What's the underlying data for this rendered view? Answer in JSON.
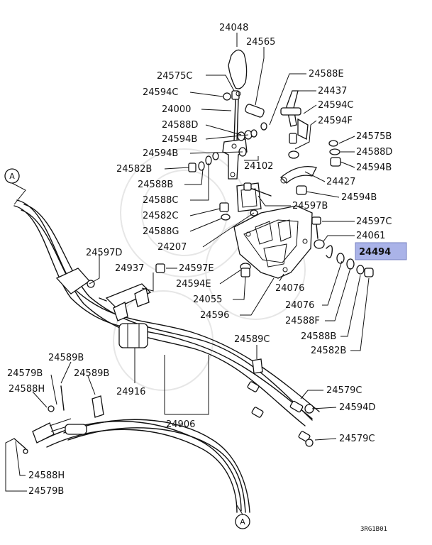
{
  "diagram": {
    "highlight_color": "#aab3e8",
    "labels": [
      {
        "text": "24048",
        "id": "p24048"
      },
      {
        "text": "24565",
        "id": "p24565"
      },
      {
        "text": "24588E",
        "id": "p24588E"
      },
      {
        "text": "24575C",
        "id": "p24575C"
      },
      {
        "text": "24437",
        "id": "p24437"
      },
      {
        "text": "24594C",
        "id": "p24594C_l"
      },
      {
        "text": "24594C",
        "id": "p24594C_r"
      },
      {
        "text": "24000",
        "id": "p24000"
      },
      {
        "text": "24594F",
        "id": "p24594F"
      },
      {
        "text": "24588D",
        "id": "p24588D_l"
      },
      {
        "text": "24575B",
        "id": "p24575B"
      },
      {
        "text": "24594B",
        "id": "p24594B_1"
      },
      {
        "text": "24588D",
        "id": "p24588D_r"
      },
      {
        "text": "24594B",
        "id": "p24594B_2"
      },
      {
        "text": "24594B",
        "id": "p24594B_3"
      },
      {
        "text": "24102",
        "id": "p24102"
      },
      {
        "text": "24582B",
        "id": "p24582B_l"
      },
      {
        "text": "24588B",
        "id": "p24588B_l"
      },
      {
        "text": "24427",
        "id": "p24427"
      },
      {
        "text": "24588C",
        "id": "p24588C"
      },
      {
        "text": "24594B",
        "id": "p24594B_4"
      },
      {
        "text": "24597B",
        "id": "p24597B"
      },
      {
        "text": "24582C",
        "id": "p24582C"
      },
      {
        "text": "24597C",
        "id": "p24597C"
      },
      {
        "text": "24588G",
        "id": "p24588G"
      },
      {
        "text": "24061",
        "id": "p24061"
      },
      {
        "text": "24207",
        "id": "p24207"
      },
      {
        "text": "24494",
        "id": "p24494"
      },
      {
        "text": "24597D",
        "id": "p24597D"
      },
      {
        "text": "24937",
        "id": "p24937"
      },
      {
        "text": "24597E",
        "id": "p24597E"
      },
      {
        "text": "24594E",
        "id": "p24594E"
      },
      {
        "text": "24076",
        "id": "p24076_a"
      },
      {
        "text": "24055",
        "id": "p24055"
      },
      {
        "text": "24076",
        "id": "p24076_b"
      },
      {
        "text": "24596",
        "id": "p24596"
      },
      {
        "text": "24588F",
        "id": "p24588F"
      },
      {
        "text": "24588B",
        "id": "p24588B_r"
      },
      {
        "text": "24582B",
        "id": "p24582B_r"
      },
      {
        "text": "24589C",
        "id": "p24589C"
      },
      {
        "text": "24589B",
        "id": "p24589B_a"
      },
      {
        "text": "24579B",
        "id": "p24579B_a"
      },
      {
        "text": "24589B",
        "id": "p24589B_b"
      },
      {
        "text": "24588H",
        "id": "p24588H_a"
      },
      {
        "text": "24916",
        "id": "p24916"
      },
      {
        "text": "24579C",
        "id": "p24579C_a"
      },
      {
        "text": "24594D",
        "id": "p24594D"
      },
      {
        "text": "24906",
        "id": "p24906"
      },
      {
        "text": "24579C",
        "id": "p24579C_b"
      },
      {
        "text": "24588H",
        "id": "p24588H_b"
      },
      {
        "text": "24579B",
        "id": "p24579B_b"
      }
    ],
    "connector_a_top": "A",
    "connector_a_bottom": "A",
    "reference_code": "3RG1B01"
  }
}
